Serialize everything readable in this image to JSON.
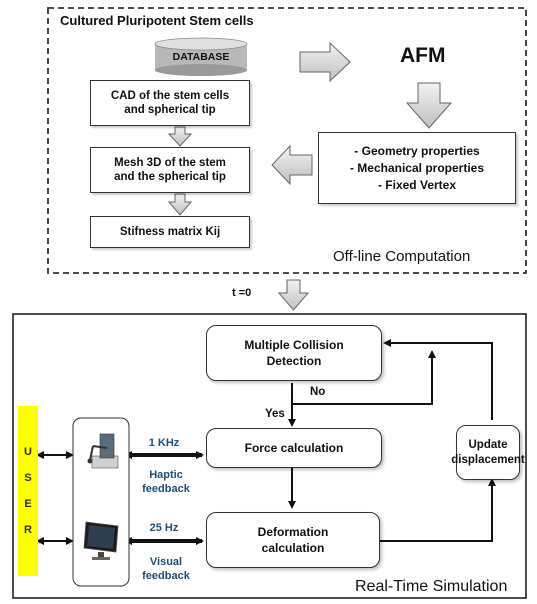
{
  "offline": {
    "title": "Cultured Pluripotent Stem cells",
    "database_label": "DATABASE",
    "afm_label": "AFM",
    "cad_line1": "CAD  of the stem cells",
    "cad_line2": "and spherical tip",
    "mesh_line1": "Mesh 3D of the stem",
    "mesh_line2": "and the spherical tip",
    "stiffness_label": "Stifness matrix Kij",
    "props_line1": "- Geometry properties",
    "props_line2": "- Mechanical properties",
    "props_line3": "- Fixed Vertex",
    "section_label": "Off-line Computation"
  },
  "transition_label": "t =0",
  "realtime": {
    "collision_line1": "Multiple Collision",
    "collision_line2": "Detection",
    "no_label": "No",
    "yes_label": "Yes",
    "force_label": "Force calculation",
    "deformation_line1": "Deformation",
    "deformation_line2": "calculation",
    "update_line1": "Update",
    "update_line2": "displacement",
    "haptic_rate": "1 KHz",
    "haptic_line1": "Haptic",
    "haptic_line2": "feedback",
    "visual_rate": "25 Hz",
    "visual_line1": "Visual",
    "visual_line2": "feedback",
    "user_letters": [
      "U",
      "S",
      "E",
      "R"
    ],
    "section_label": "Real-Time Simulation"
  },
  "colors": {
    "user_bar": "#ffff00",
    "feedback_text": "#1f4e79",
    "block_arrow_fill": "#d9d9d9"
  },
  "icons": [
    "database-icon",
    "haptic-device-icon",
    "monitor-icon"
  ]
}
